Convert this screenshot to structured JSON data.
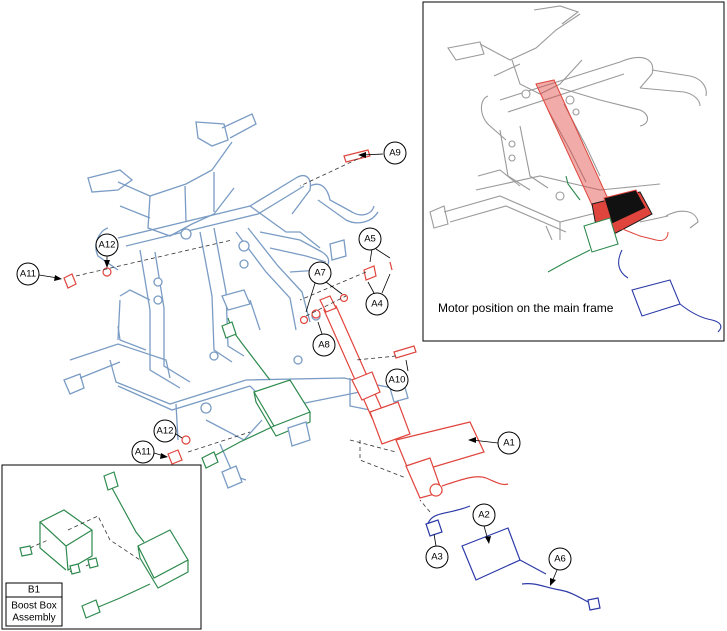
{
  "callouts": {
    "a1": "A1",
    "a2": "A2",
    "a3": "A3",
    "a4": "A4",
    "a5": "A5",
    "a6": "A6",
    "a7": "A7",
    "a8": "A8",
    "a9": "A9",
    "a10": "A10",
    "a11_top": "A11",
    "a11_bottom": "A11",
    "a12_top": "A12",
    "a12_bottom": "A12"
  },
  "inset_motor": {
    "caption": "Motor position on the main frame"
  },
  "inset_boost": {
    "id": "B1",
    "label_line1": "Boost Box",
    "label_line2": "Assembly"
  },
  "colors": {
    "frame": "#7a9cc4",
    "actuator": "#e0453d",
    "boost_box": "#2e8a4e",
    "power_supply": "#2b3aa8",
    "inset_frame": "#9a9a9a"
  }
}
